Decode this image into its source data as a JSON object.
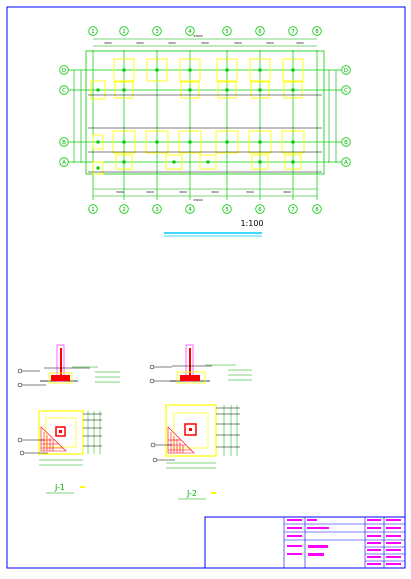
{
  "drawing": {
    "scale_label": "1:100",
    "axis_numbers_top": [
      "1",
      "2",
      "3",
      "4",
      "5",
      "6",
      "7",
      "8"
    ],
    "axis_numbers_bottom": [
      "1",
      "2",
      "3",
      "4",
      "5",
      "6",
      "7",
      "8"
    ],
    "axis_letters_left": [
      "D",
      "C",
      "B",
      "A"
    ],
    "axis_letters_right": [
      "D",
      "C",
      "B",
      "A"
    ],
    "footing_labels": [
      "J-1",
      "J-2"
    ]
  },
  "colors": {
    "paper": "#ffffff",
    "frame": "#0000ff",
    "axis_grid": "#00cc00",
    "dimension": "#00aa00",
    "footing": "#ffff00",
    "column": "#ff0000",
    "text_dark": "#000000",
    "cyan": "#00ccff",
    "magenta": "#ff00ff"
  }
}
